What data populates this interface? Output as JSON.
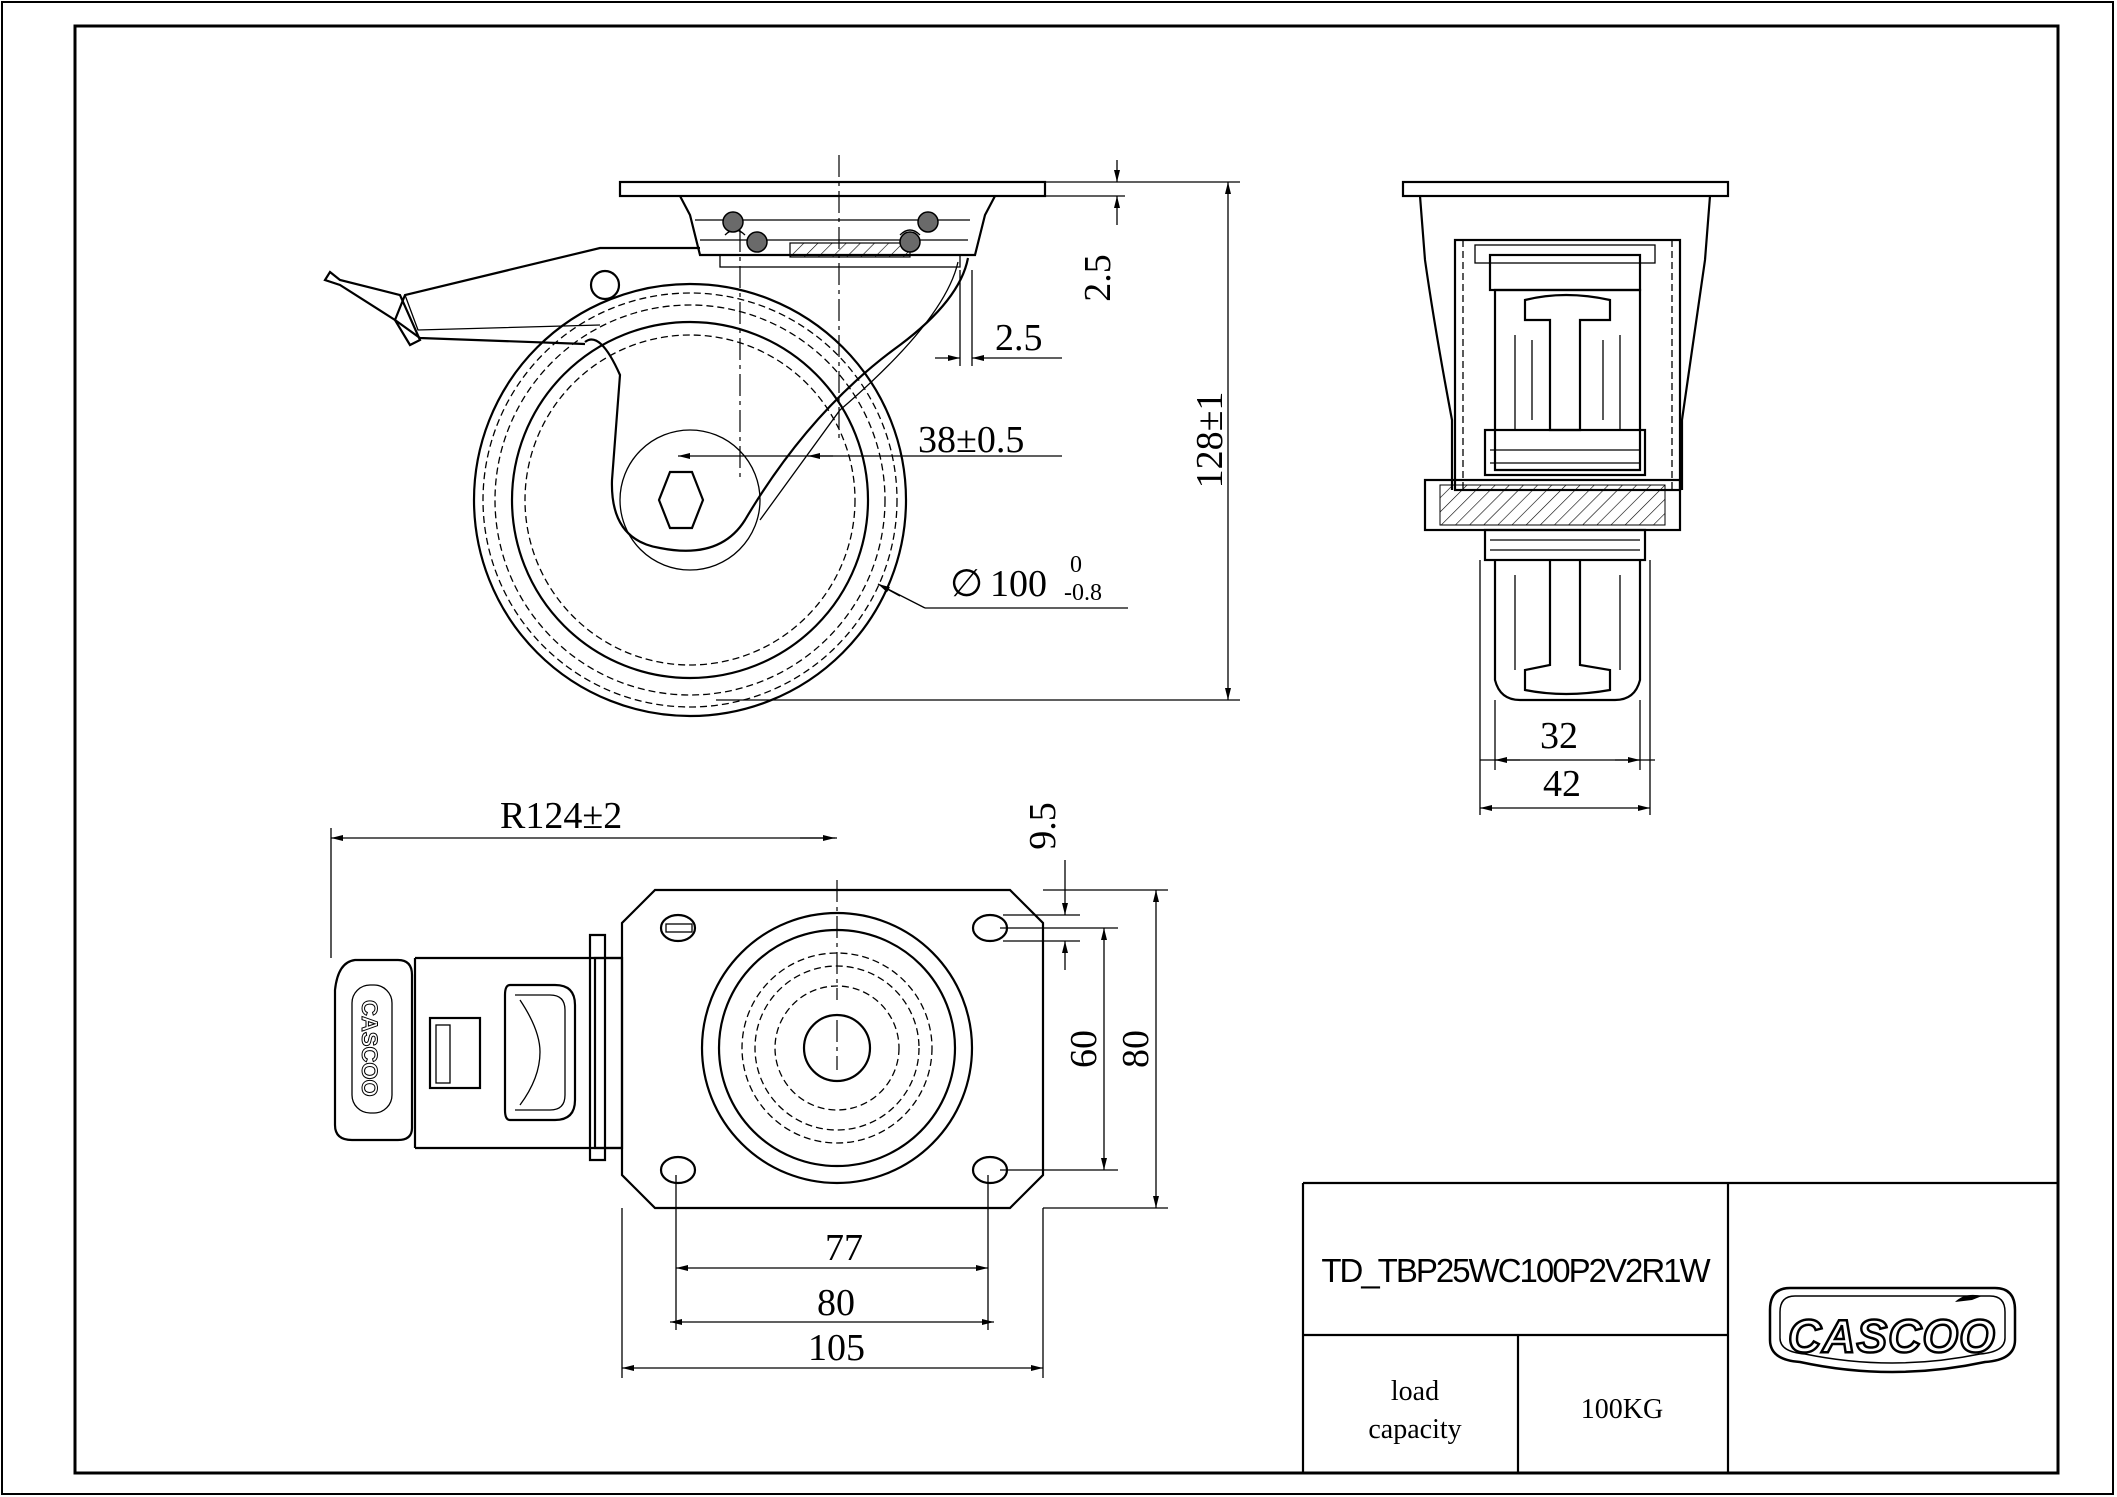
{
  "dimensions": {
    "d_2_5_vertical": "2.5",
    "d_2_5_horizontal": "2.5",
    "d_38": "38±0.5",
    "d_128": "128±1",
    "d_dia_symbol": "∅",
    "d_dia_value": "100",
    "d_dia_tol_upper": "0",
    "d_dia_tol_lower": "-0.8",
    "d_32": "32",
    "d_42": "42",
    "d_r124": "R124±2",
    "d_9_5": "9.5",
    "d_60": "60",
    "d_80_vertical": "80",
    "d_77": "77",
    "d_80_horizontal": "80",
    "d_105": "105"
  },
  "title_block": {
    "model_number": "TD_TBP25WC100P2V2R1W",
    "load_label_line1": "load",
    "load_label_line2": "capacity",
    "load_value": "100KG",
    "brand_logo_text": "CASCOO"
  },
  "brake_pedal_logo_text": "CASCOO"
}
